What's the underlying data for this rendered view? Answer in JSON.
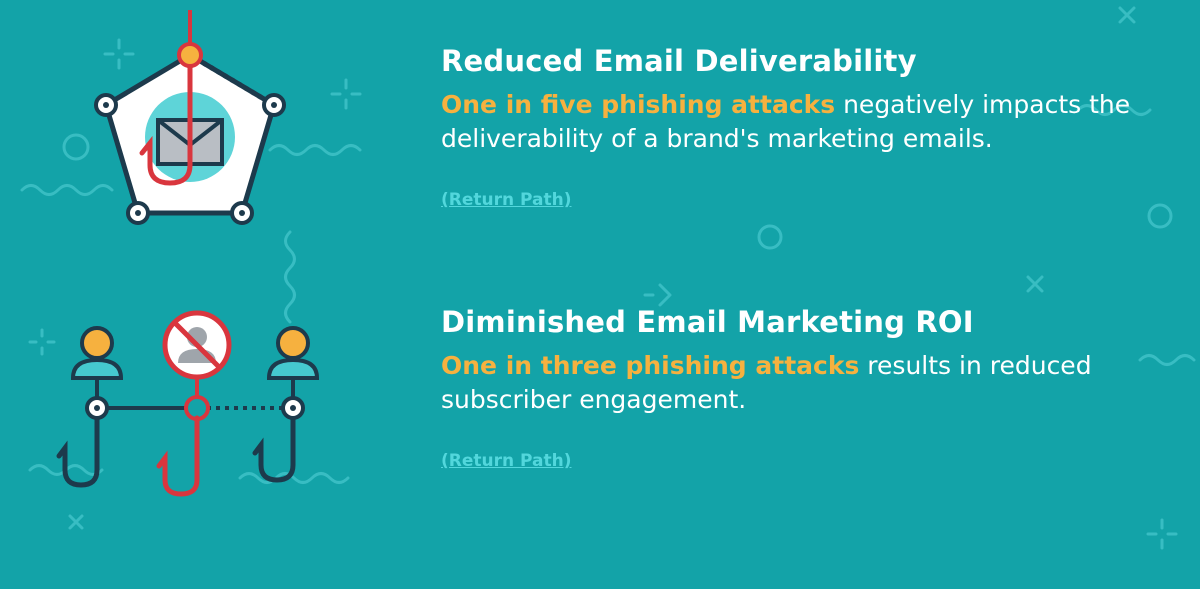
{
  "colors": {
    "background": "#13a3a8",
    "highlight": "#f6b13f",
    "link": "#52d7dc",
    "hook_red": "#d9363e",
    "outline": "#1d3a4c"
  },
  "sections": [
    {
      "title": "Reduced Email Deliverability",
      "highlight": "One in five phishing attacks",
      "rest": " negatively impacts the deliverability of a brand's marketing emails.",
      "source": "(Return Path)",
      "icon": "phishing-hook-envelope-icon"
    },
    {
      "title": "Diminished Email Marketing ROI",
      "highlight": "One in three phishing attacks",
      "rest": " results in reduced subscriber engagement.",
      "source": "(Return Path)",
      "icon": "phishing-hooked-subscribers-icon"
    }
  ]
}
